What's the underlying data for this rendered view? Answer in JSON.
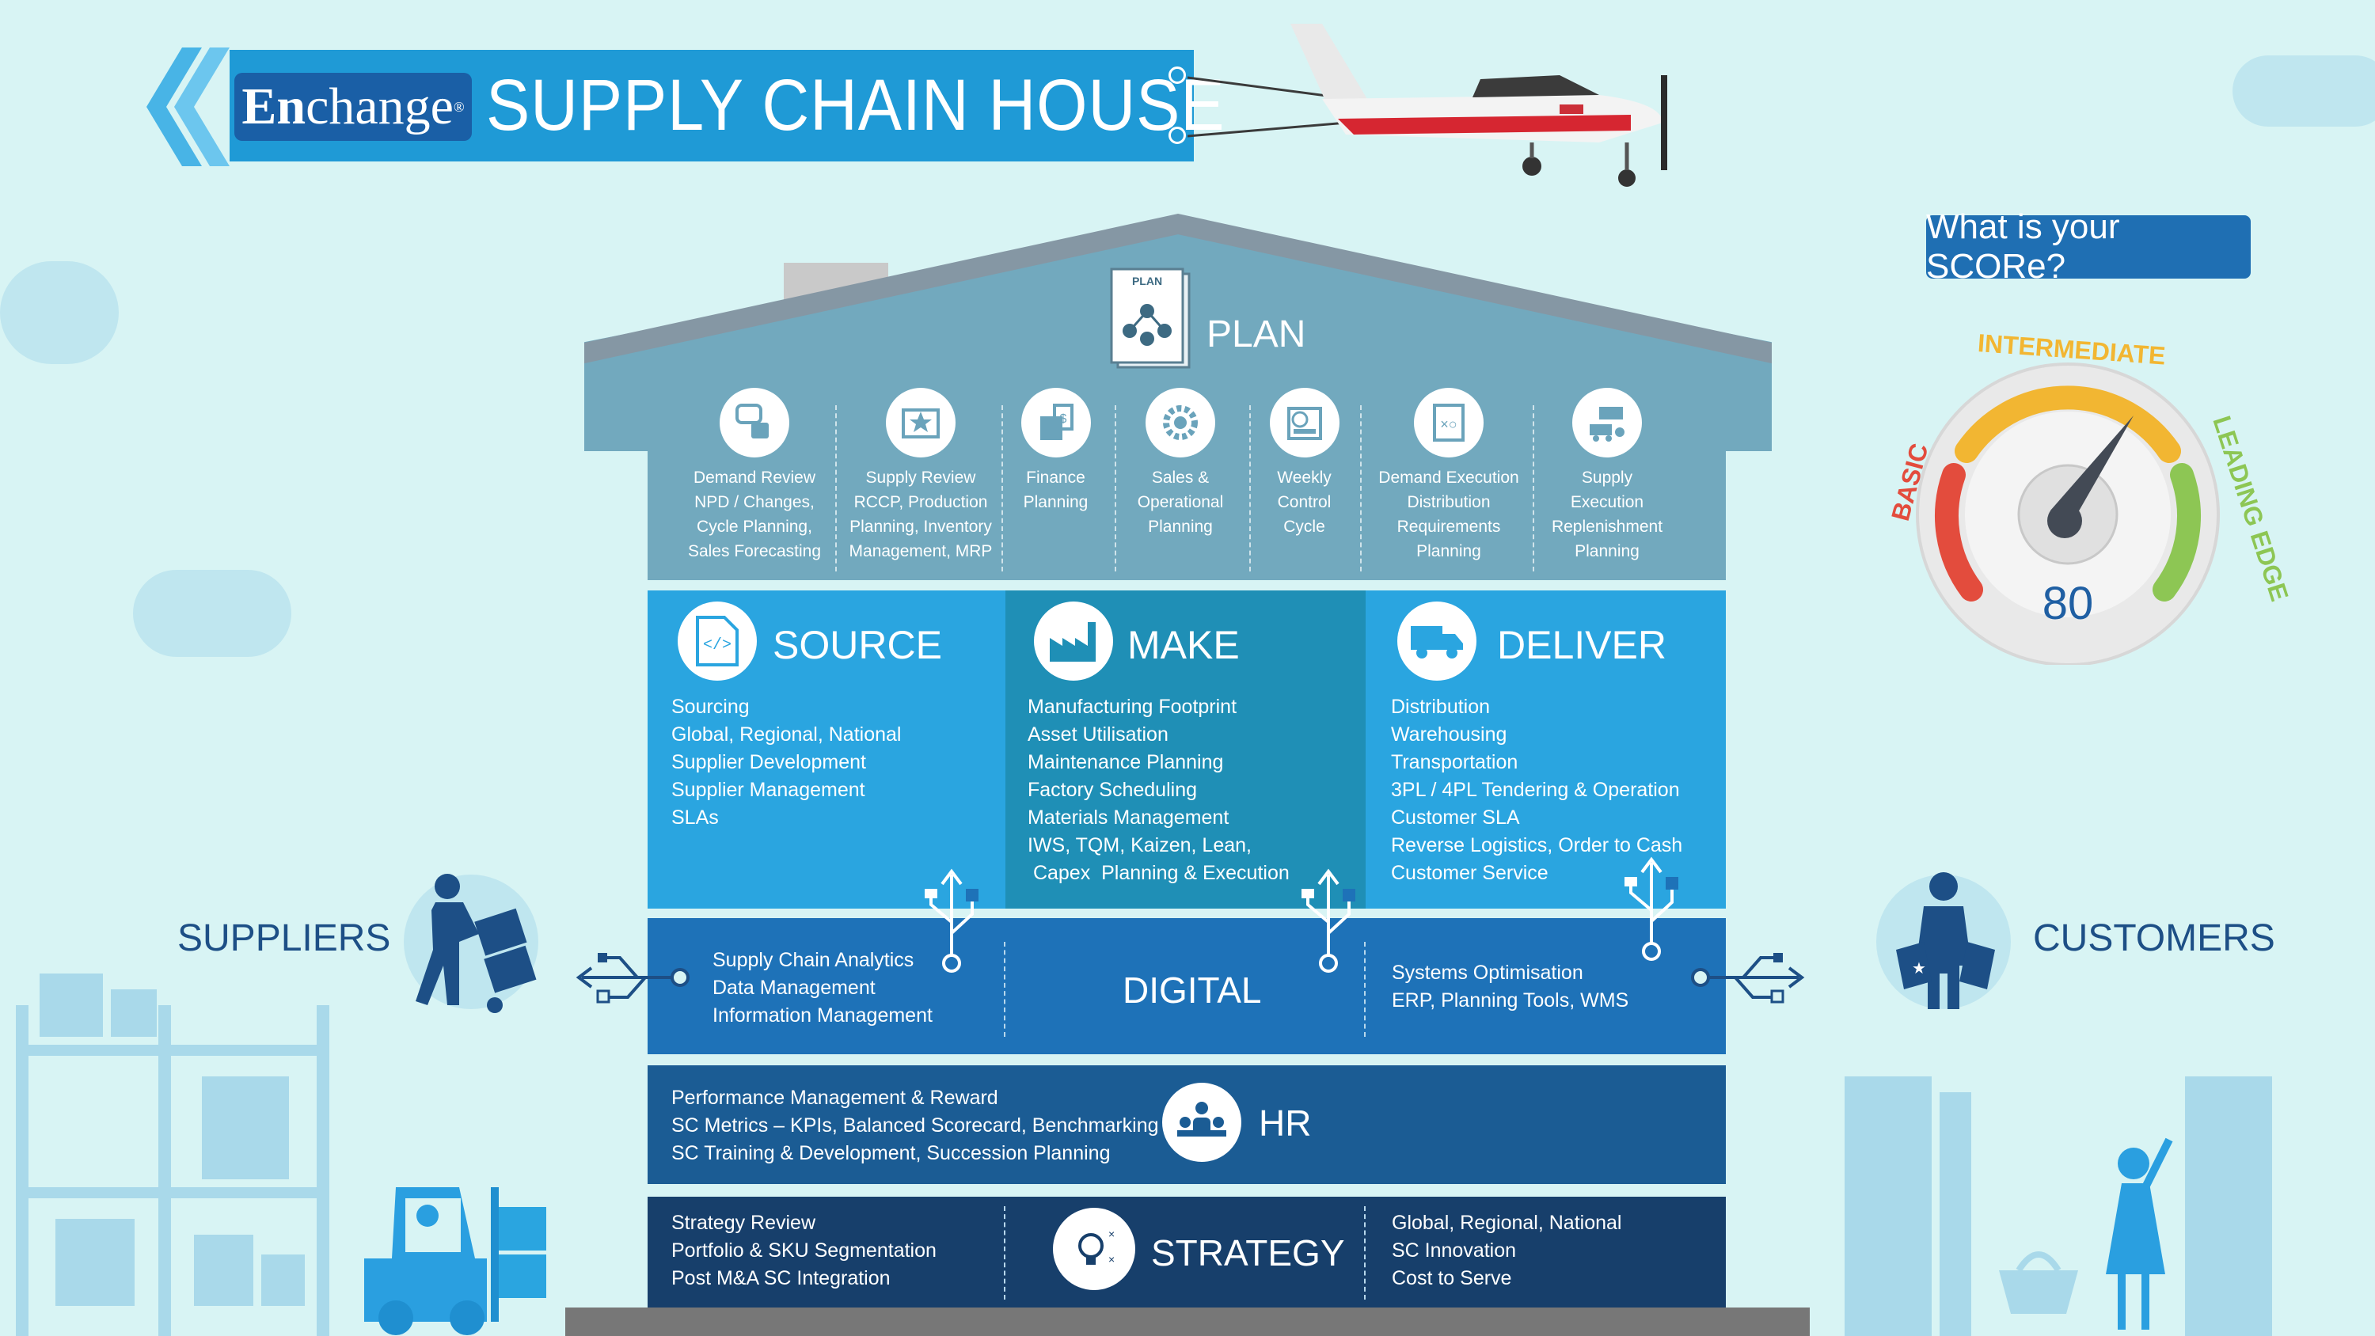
{
  "banner": {
    "logo_prefix": "En",
    "logo_suffix": "change",
    "logo_mark": "®",
    "title": "SUPPLY CHAIN HOUSE"
  },
  "score": {
    "question": "What is your SCORe?",
    "value": "80",
    "levels": [
      "BASIC",
      "INTERMEDIATE",
      "LEADING EDGE"
    ],
    "fraction": 0.8
  },
  "plan": {
    "label": "PLAN",
    "icon_caption": "PLAN",
    "items": [
      {
        "lines": [
          "Demand Review",
          "NPD / Changes,",
          "Cycle Planning,",
          "Sales Forecasting"
        ],
        "icon": "thumbs-up-chat-icon"
      },
      {
        "lines": [
          "Supply Review",
          "RCCP, Production",
          "Planning, Inventory",
          "Management, MRP"
        ],
        "icon": "certificate-star-icon"
      },
      {
        "lines": [
          "Finance",
          "Planning"
        ],
        "icon": "finance-calculator-icon"
      },
      {
        "lines": [
          "Sales &",
          "Operational",
          "Planning"
        ],
        "icon": "gear-icon"
      },
      {
        "lines": [
          "Weekly",
          "Control",
          "Cycle"
        ],
        "icon": "calendar-clock-icon"
      },
      {
        "lines": [
          "Demand Execution",
          "Distribution",
          "Requirements",
          "Planning"
        ],
        "icon": "tactics-board-icon"
      },
      {
        "lines": [
          "Supply",
          "Execution",
          "Replenishment",
          "Planning"
        ],
        "icon": "warehouse-truck-icon"
      }
    ]
  },
  "source": {
    "title": "SOURCE",
    "items": [
      "Sourcing",
      "Global, Regional, National",
      "Supplier Development",
      "Supplier Management",
      "SLAs"
    ]
  },
  "make": {
    "title": "MAKE",
    "items": [
      "Manufacturing Footprint",
      "Asset Utilisation",
      "Maintenance Planning",
      "Factory Scheduling",
      "Materials Management",
      "IWS, TQM, Kaizen, Lean,",
      " Capex  Planning & Execution"
    ]
  },
  "deliver": {
    "title": "DELIVER",
    "items": [
      "Distribution",
      "Warehousing",
      "Transportation",
      "3PL / 4PL Tendering & Operation",
      "Customer SLA",
      "Reverse Logistics, Order to Cash",
      "Customer Service"
    ]
  },
  "digital": {
    "title": "DIGITAL",
    "left": [
      "Supply Chain Analytics",
      "Data Management",
      "Information Management"
    ],
    "right": [
      "Systems Optimisation",
      "ERP, Planning Tools, WMS"
    ]
  },
  "hr": {
    "title": "HR",
    "left": [
      "Performance Management & Reward",
      "SC Metrics – KPIs, Balanced Scorecard, Benchmarking",
      "SC Training & Development,  Succession Planning"
    ]
  },
  "strategy": {
    "title": "STRATEGY",
    "left": [
      "Strategy Review",
      "Portfolio & SKU Segmentation",
      "Post M&A SC Integration"
    ],
    "right": [
      "Global, Regional, National",
      "SC Innovation",
      "Cost to Serve"
    ]
  },
  "sides": {
    "suppliers": "SUPPLIERS",
    "customers": "CUSTOMERS"
  },
  "colors": {
    "background": "#d8f4f4",
    "banner": "#1f9ad6",
    "roof": "#7a9ab0",
    "plan": "#72a9be",
    "source": "#2aa5e0",
    "make": "#1f8fb6",
    "deliver": "#2aa5e0",
    "digital": "#1e72b8",
    "hr": "#1b5c94",
    "strategy": "#173f6b",
    "text_dark": "#1d4f86"
  }
}
